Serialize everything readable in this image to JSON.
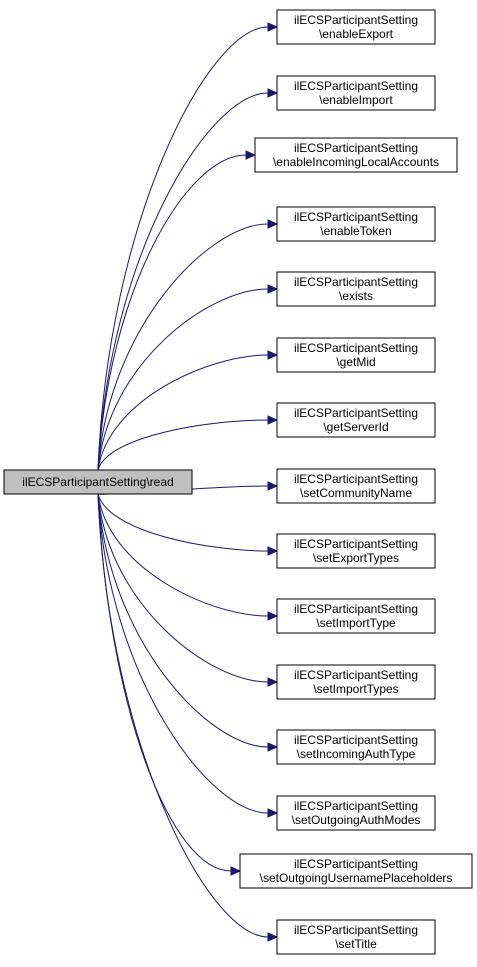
{
  "source": {
    "label": "ilECSParticipantSetting\\read"
  },
  "targets": [
    {
      "line1": "ilECSParticipantSetting",
      "line2": "\\enableExport"
    },
    {
      "line1": "ilECSParticipantSetting",
      "line2": "\\enableImport"
    },
    {
      "line1": "ilECSParticipantSetting",
      "line2": "\\enableIncomingLocalAccounts"
    },
    {
      "line1": "ilECSParticipantSetting",
      "line2": "\\enableToken"
    },
    {
      "line1": "ilECSParticipantSetting",
      "line2": "\\exists"
    },
    {
      "line1": "ilECSParticipantSetting",
      "line2": "\\getMid"
    },
    {
      "line1": "ilECSParticipantSetting",
      "line2": "\\getServerId"
    },
    {
      "line1": "ilECSParticipantSetting",
      "line2": "\\setCommunityName"
    },
    {
      "line1": "ilECSParticipantSetting",
      "line2": "\\setExportTypes"
    },
    {
      "line1": "ilECSParticipantSetting",
      "line2": "\\setImportType"
    },
    {
      "line1": "ilECSParticipantSetting",
      "line2": "\\setImportTypes"
    },
    {
      "line1": "ilECSParticipantSetting",
      "line2": "\\setIncomingAuthType"
    },
    {
      "line1": "ilECSParticipantSetting",
      "line2": "\\setOutgoingAuthModes"
    },
    {
      "line1": "ilECSParticipantSetting",
      "line2": "\\setOutgoingUsernamePlaceholders"
    },
    {
      "line1": "ilECSParticipantSetting",
      "line2": "\\setTitle"
    }
  ],
  "colors": {
    "edge": "#191970",
    "source_fill": "#bfbfbf",
    "node_fill": "#ffffff",
    "node_stroke": "#000000"
  }
}
